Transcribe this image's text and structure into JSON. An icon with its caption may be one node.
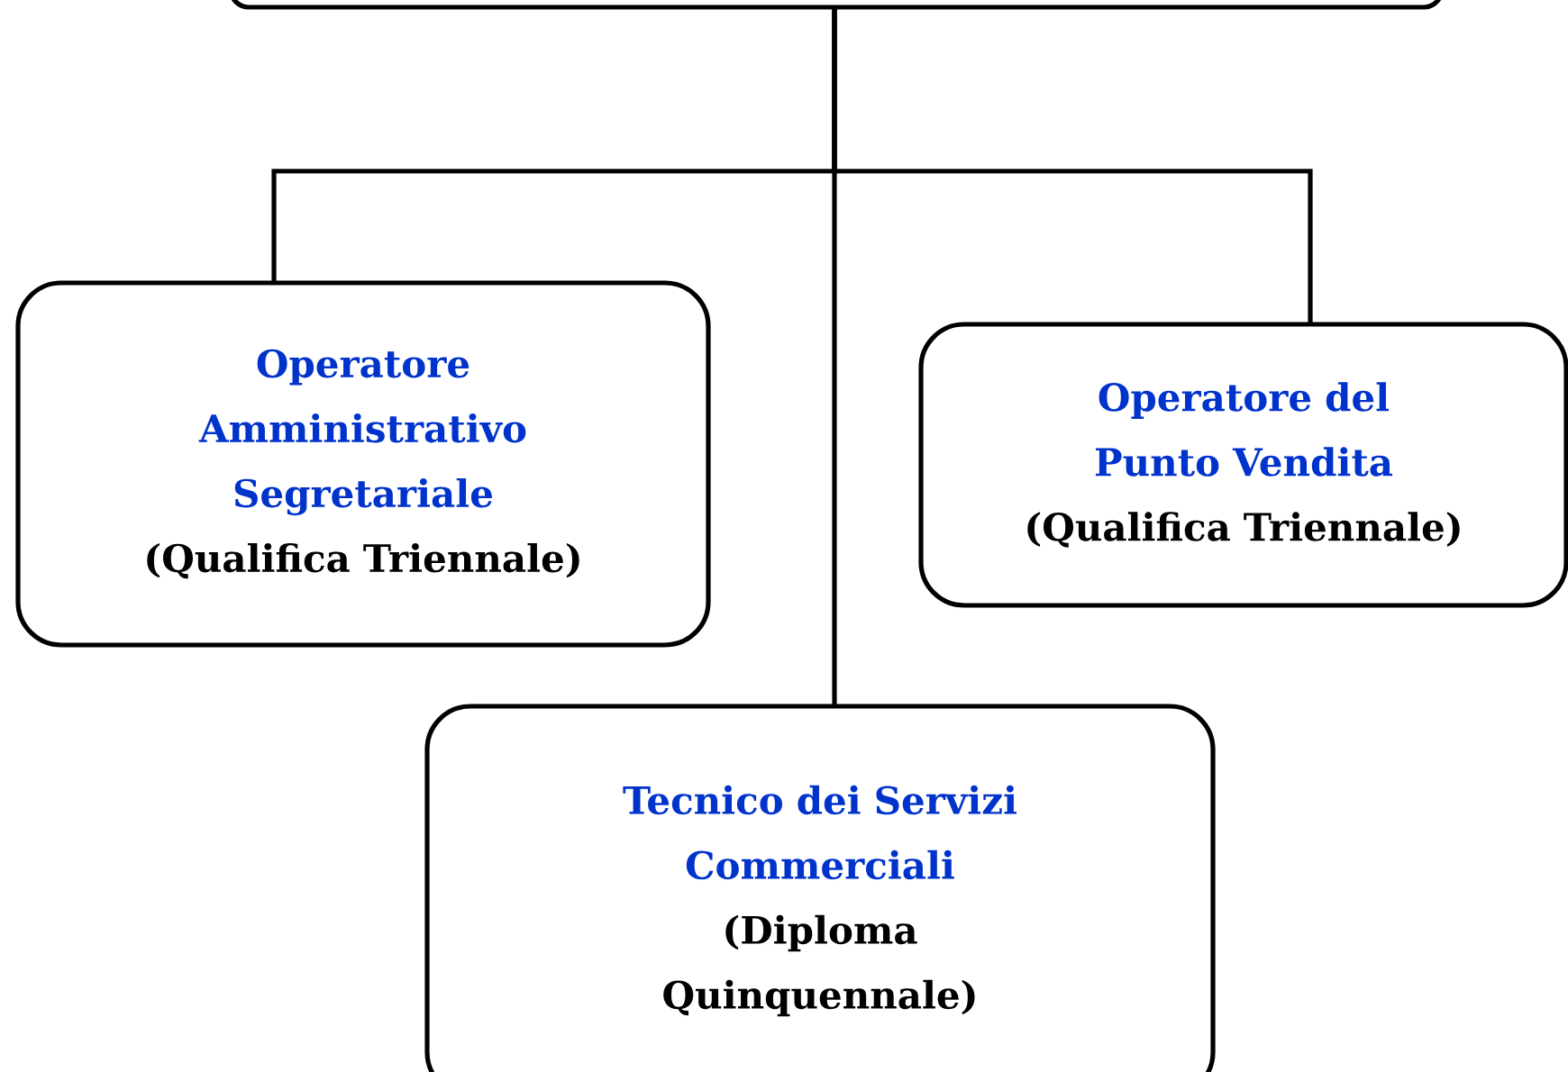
{
  "diagram": {
    "nodes": [
      {
        "text": [],
        "shape": "box"
      },
      {
        "text": [
          "Operatore Amministrativo Segretariale",
          "(Qualifica Triennale)"
        ]
      },
      {
        "text": [
          "Operatore del Punto Vendita",
          "(Qualifica Triennale)"
        ]
      },
      {
        "text": [
          "Tecnico dei Servizi Commerciali",
          "(Diploma Quinquennale)"
        ]
      }
    ],
    "edges": [
      {
        "from": 0,
        "to": 1,
        "arrow": "none"
      },
      {
        "from": 0,
        "to": 2,
        "arrow": "none"
      },
      {
        "from": 0,
        "to": 3,
        "arrow": "none"
      }
    ]
  }
}
